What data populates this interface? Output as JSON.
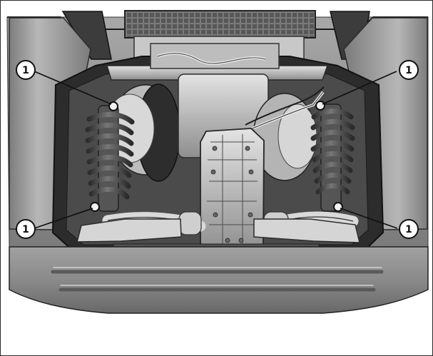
{
  "figure": {
    "description_type": "vehicle rear suspension technical illustration",
    "callouts": [
      {
        "id": "callout-top-left",
        "number": "1"
      },
      {
        "id": "callout-top-right",
        "number": "1"
      },
      {
        "id": "callout-bottom-left",
        "number": "1"
      },
      {
        "id": "callout-bottom-right",
        "number": "1"
      }
    ],
    "colors": {
      "body_gray": "#8f8f8f",
      "dark_gray": "#3b3b3b",
      "light_gray": "#d6d6d6",
      "metal": "#bdbdbd",
      "black": "#111111",
      "white": "#ffffff"
    }
  }
}
